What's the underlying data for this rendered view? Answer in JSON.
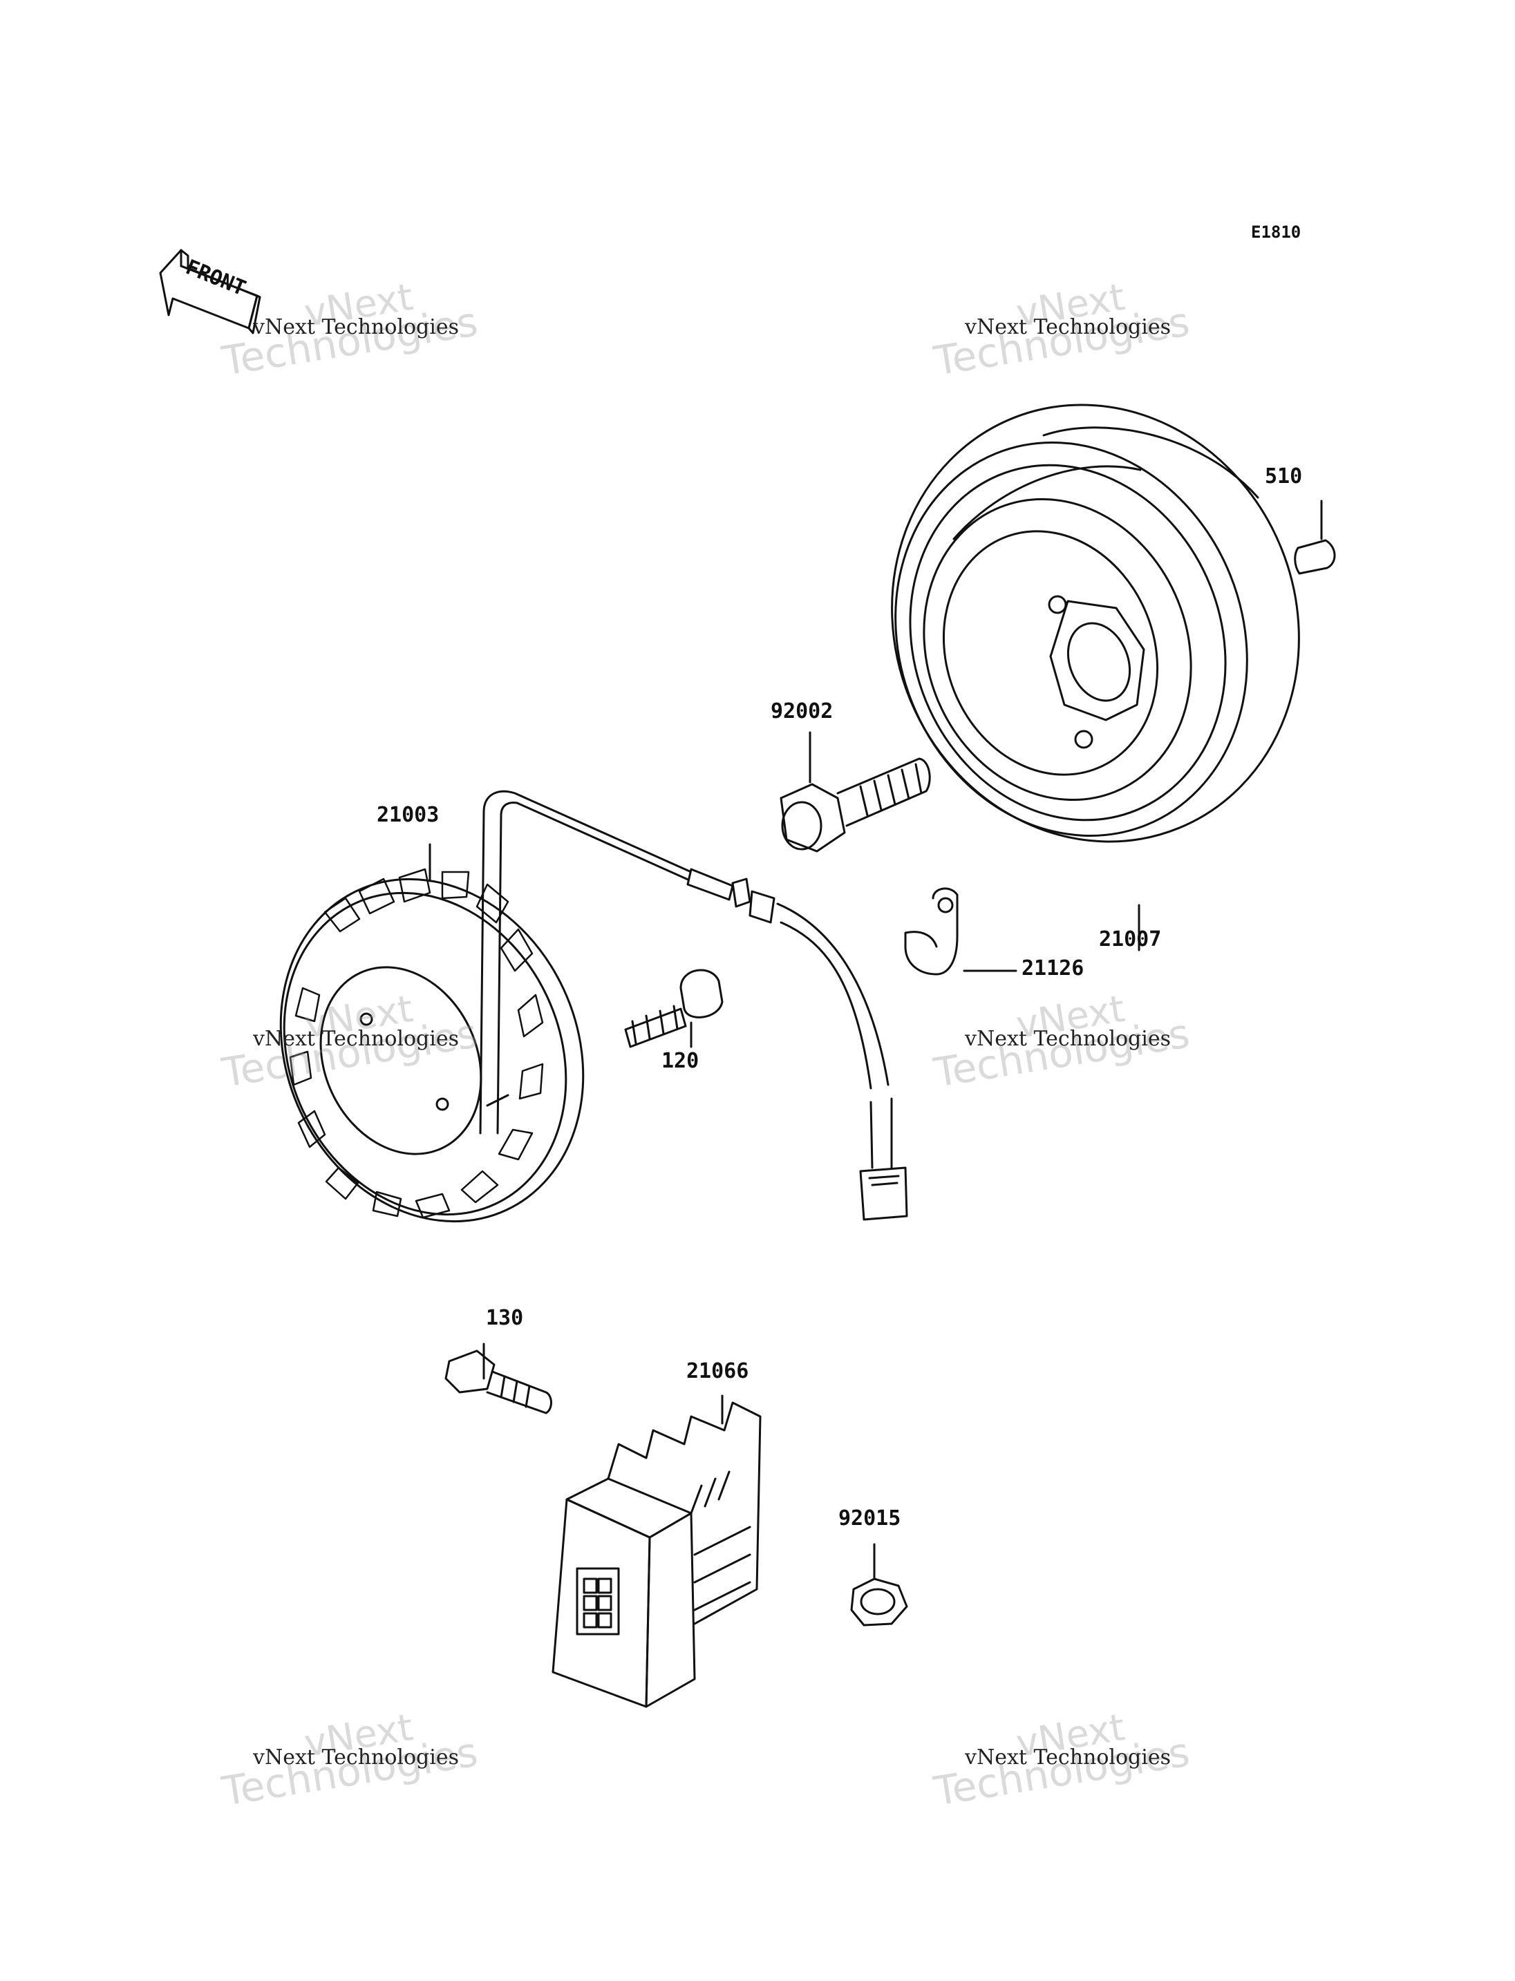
{
  "diagram": {
    "code": "E1810",
    "front_label": "FRONT",
    "parts": [
      {
        "id": "p510",
        "label": "510"
      },
      {
        "id": "p92002",
        "label": "92002"
      },
      {
        "id": "p21003",
        "label": "21003"
      },
      {
        "id": "p21007",
        "label": "21007"
      },
      {
        "id": "p21126",
        "label": "21126"
      },
      {
        "id": "p120",
        "label": "120"
      },
      {
        "id": "p130",
        "label": "130"
      },
      {
        "id": "p21066",
        "label": "21066"
      },
      {
        "id": "p92015",
        "label": "92015"
      }
    ]
  },
  "watermark": {
    "small": "vNext Technologies",
    "big_line1": "vNext",
    "big_line2": "Technologies"
  }
}
